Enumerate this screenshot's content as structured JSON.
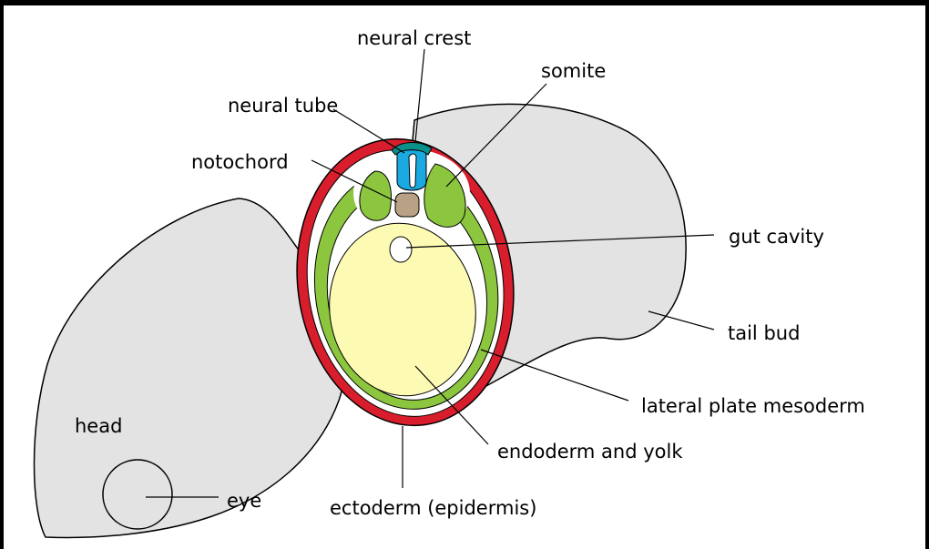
{
  "labels": {
    "neural_crest": "neural crest",
    "somite": "somite",
    "neural_tube": "neural tube",
    "notochord": "notochord",
    "gut_cavity": "gut cavity",
    "tail_bud": "tail bud",
    "lateral_plate_mesoderm": "lateral plate mesoderm",
    "endoderm_and_yolk": "endoderm and yolk",
    "ectoderm": "ectoderm (epidermis)",
    "head": "head",
    "eye": "eye"
  },
  "colors": {
    "embryo_body": "#e3e3e3",
    "ectoderm": "#d81e2c",
    "mesoderm": "#8cc63f",
    "yolk": "#fdfbb3",
    "notochord": "#b9a185",
    "neural_tube": "#1aa9e1",
    "neural_crest": "#0b8f8a",
    "outline": "#000000"
  }
}
